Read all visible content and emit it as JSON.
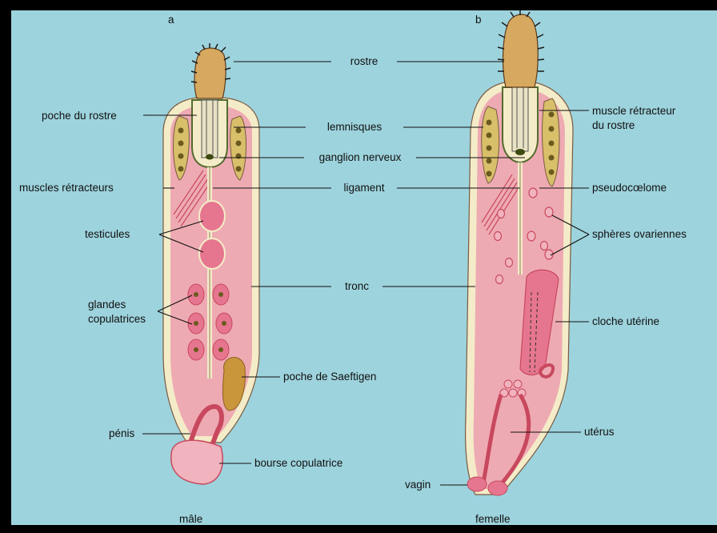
{
  "panels": {
    "male_letter": "a",
    "female_letter": "b",
    "male_caption": "mâle",
    "female_caption": "femelle"
  },
  "labels": {
    "rostre": "rostre",
    "poche_du_rostre": "poche du rostre",
    "lemnisques": "lemnisques",
    "muscle_retracteur_l1": "muscle rétracteur",
    "muscle_retracteur_l2": "du rostre",
    "ganglion_nerveux": "ganglion nerveux",
    "muscles_retracteurs": "muscles rétracteurs",
    "ligament": "ligament",
    "pseudocoelome": "pseudocœlome",
    "testicules": "testicules",
    "spheres_ovariennes": "sphères ovariennes",
    "glandes_l1": "glandes",
    "glandes_l2": "copulatrices",
    "tronc": "tronc",
    "cloche_uterine": "cloche utérine",
    "poche_saeftigen": "poche de Saeftigen",
    "penis": "pénis",
    "uterus": "utérus",
    "bourse_copulatrice": "bourse copulatrice",
    "vagin": "vagin"
  },
  "colors": {
    "background": "#9dd3dd",
    "cuticle": "#f4ecc8",
    "trunk": "#eeaab3",
    "organ": "#e6768f",
    "rostrum": "#d6a860",
    "saeftigen": "#c9963c"
  }
}
